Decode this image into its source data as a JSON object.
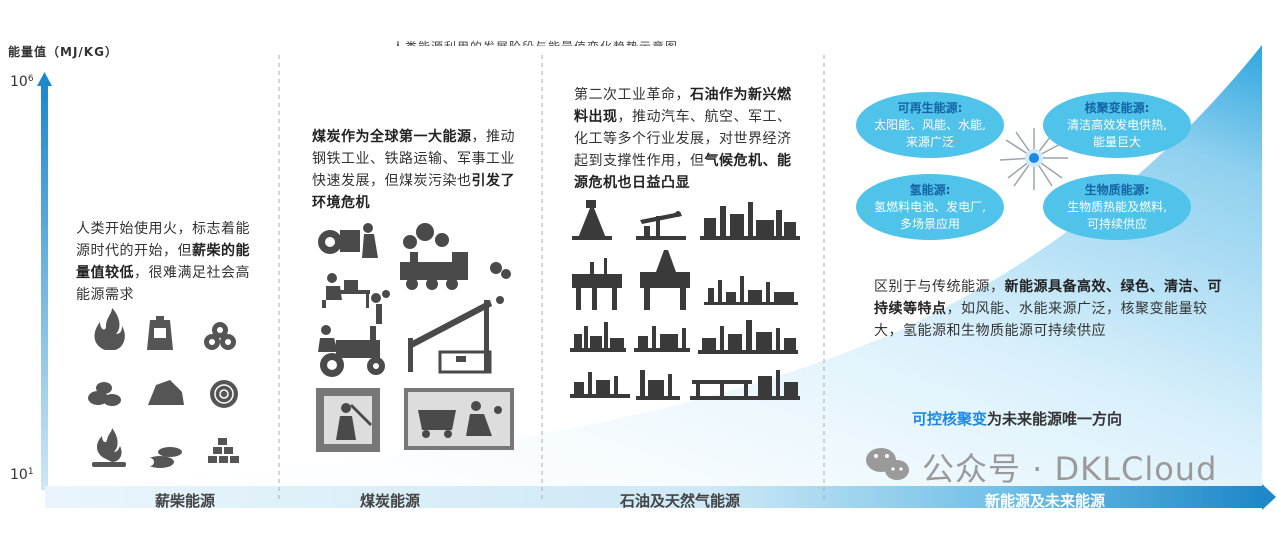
{
  "header": {
    "cut_title": "人类能源利用的发展阶段与能量值变化趋势示意图"
  },
  "axis": {
    "label": "能量值（MJ/KG）",
    "top_tick_base": "10",
    "top_tick_exp": "6",
    "bottom_tick_base": "10",
    "bottom_tick_exp": "1"
  },
  "eras": [
    {
      "label": "薪柴能源",
      "text_html": "人类开始使用火，标志着能源时代的开始，但<b>薪柴的能量值较低</b>，很难满足社会高能源需求"
    },
    {
      "label": "煤炭能源",
      "text_html": "<b>煤炭作为全球第一大能源</b>，推动钢铁工业、铁路运输、军事工业快速发展，但煤炭污染也<b>引发了环境危机</b>"
    },
    {
      "label": "石油及天然气能源",
      "text_html": "第二次工业革命，<b>石油作为新兴燃料出现</b>，推动汽车、航空、军工、化工等多个行业发展，对世界经济起到支撑性作用，但<b>气候危机、能源危机也日益凸显</b>"
    },
    {
      "label": "新能源及未来能源",
      "text_html": "区别于与传统能源，<b>新能源具备高效、绿色、清洁、可持续等特点</b>，如风能、水能来源广泛，核聚变能量较大，氢能源和生物质能源可持续供应"
    }
  ],
  "bubbles": [
    {
      "title": "可再生能源:",
      "line1": "太阳能、风能、水能,",
      "line2": "来源广泛"
    },
    {
      "title": "核聚变能源:",
      "line1": "清洁高效发电供热,",
      "line2": "能量巨大"
    },
    {
      "title": "氢能源:",
      "line1": "氢燃料电池、发电厂,",
      "line2": "多场景应用"
    },
    {
      "title": "生物质能源:",
      "line1": "生物质热能及燃料,",
      "line2": "可持续供应"
    }
  ],
  "fusion": {
    "highlight": "可控核聚变",
    "rest": "为未来能源唯一方向"
  },
  "watermark": {
    "text": "公众号 · DKLCloud"
  },
  "colors": {
    "accent": "#1e88e5",
    "bubble": "#4fc3ea",
    "bubble_title": "#1565a6",
    "icon_gray": "#555555"
  }
}
